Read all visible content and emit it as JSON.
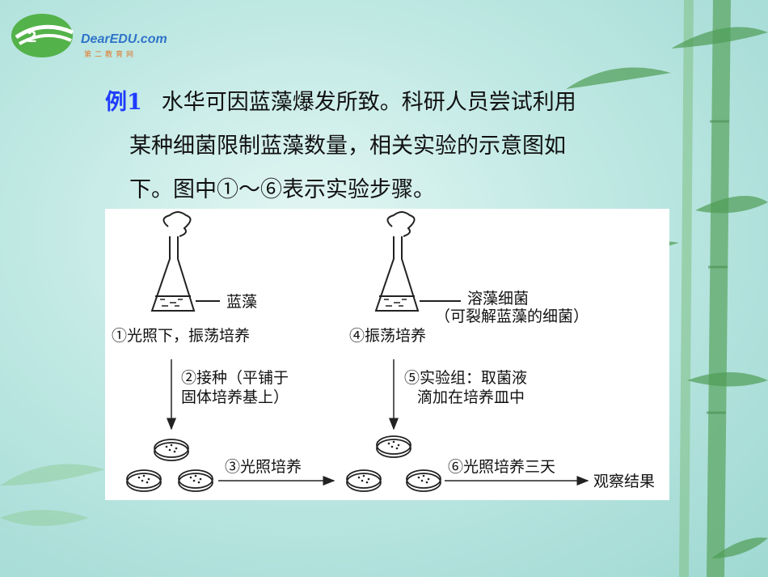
{
  "logo": {
    "brand": "DearEDU.com",
    "subtitle": "第二教育网"
  },
  "example": {
    "label": "例1",
    "line1": "水华可因蓝藻爆发所致。科研人员尝试利用",
    "line2": "某种细菌限制蓝藻数量，相关实验的示意图如",
    "line3": "下。图中①～⑥表示实验步骤。"
  },
  "diagram": {
    "flask1_label": "蓝藻",
    "step1": "①光照下，振荡培养",
    "step2_line1": "②接种（平铺于",
    "step2_line2": "固体培养基上）",
    "step3": "③光照培养",
    "flask2_label_line1": "溶藻细菌",
    "flask2_label_line2": "（可裂解蓝藻的细菌）",
    "step4": "④振荡培养",
    "step5_line1": "⑤实验组：取菌液",
    "step5_line2": "滴加在培养皿中",
    "step6": "⑥光照培养三天",
    "result": "观察结果"
  },
  "colors": {
    "example_label": "#1f3cff",
    "background": "#bfe8e3",
    "bamboo": "#4f9d55"
  }
}
